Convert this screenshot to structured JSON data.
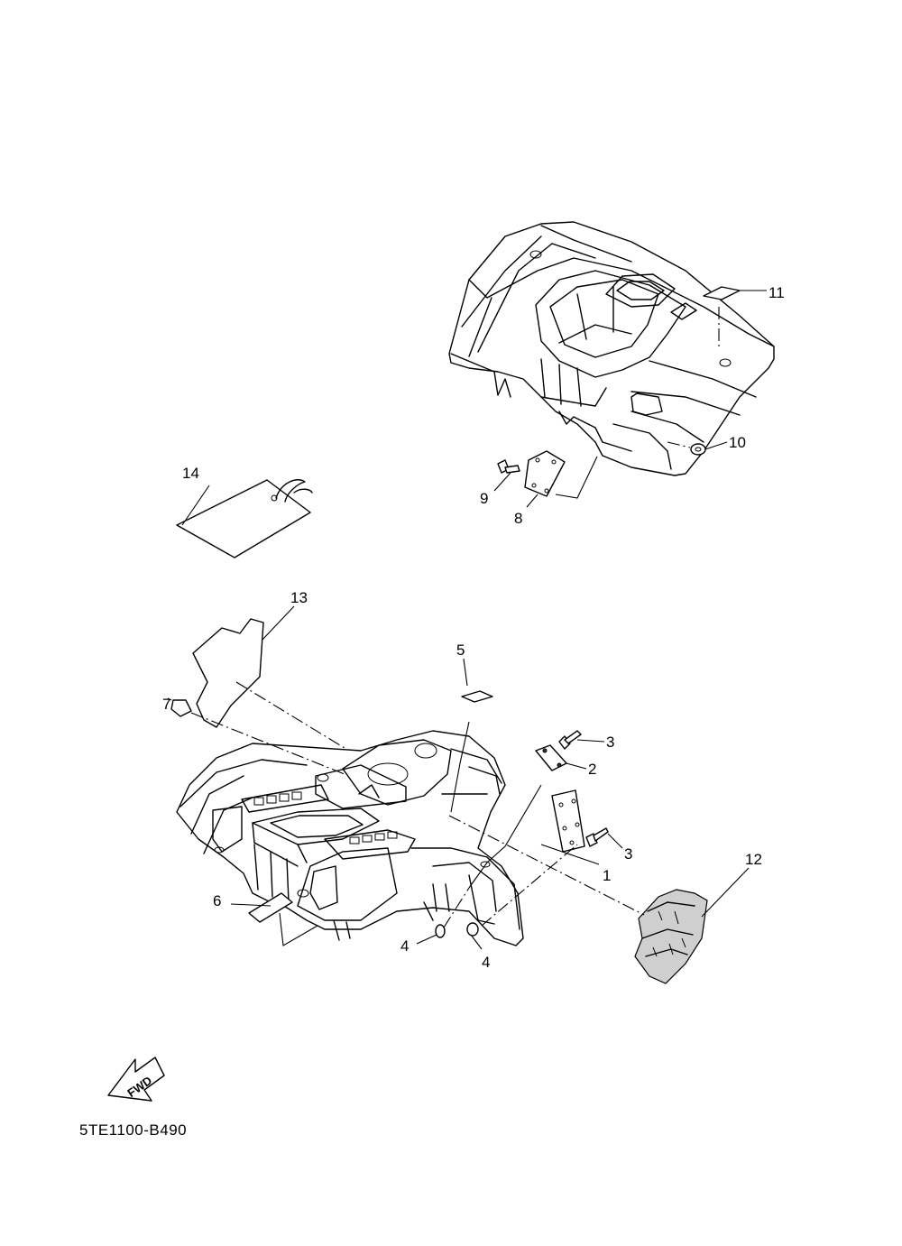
{
  "diagram": {
    "part_code": "5TE1100-B490",
    "fwd_label": "FWD",
    "callouts": [
      "1",
      "2",
      "3",
      "3",
      "4",
      "4",
      "5",
      "6",
      "7",
      "8",
      "9",
      "10",
      "11",
      "12",
      "13",
      "14"
    ]
  }
}
